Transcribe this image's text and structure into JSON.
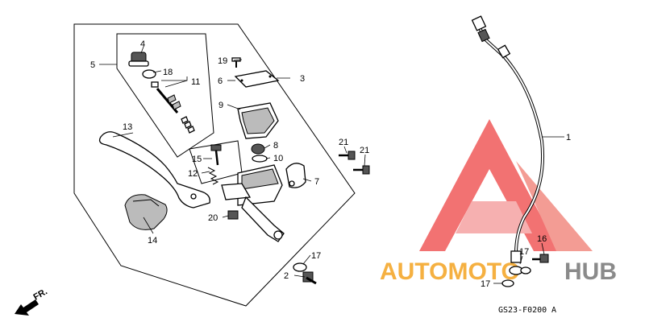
{
  "labels": {
    "l1": "1",
    "l2": "2",
    "l3": "3",
    "l4": "4",
    "l5": "5",
    "l6": "6",
    "l7": "7",
    "l8": "8",
    "l9": "9",
    "l10": "10",
    "l11": "11",
    "l12": "12",
    "l13": "13",
    "l14": "14",
    "l15": "15",
    "l16": "16",
    "l17a": "17",
    "l17b": "17",
    "l17c": "17",
    "l18": "18",
    "l19": "19",
    "l20": "20",
    "l21a": "21",
    "l21b": "21"
  },
  "front_marker": "FR.",
  "diagram_code": "GS23-F0200",
  "diagram_code_suffix": "A",
  "watermark": {
    "part1": "AUTOMOTO",
    "part2": "HUB"
  },
  "colors": {
    "watermark_red": "#f05a5a",
    "watermark_orange": "#f5b041",
    "watermark_gray": "#8a8a8a"
  }
}
